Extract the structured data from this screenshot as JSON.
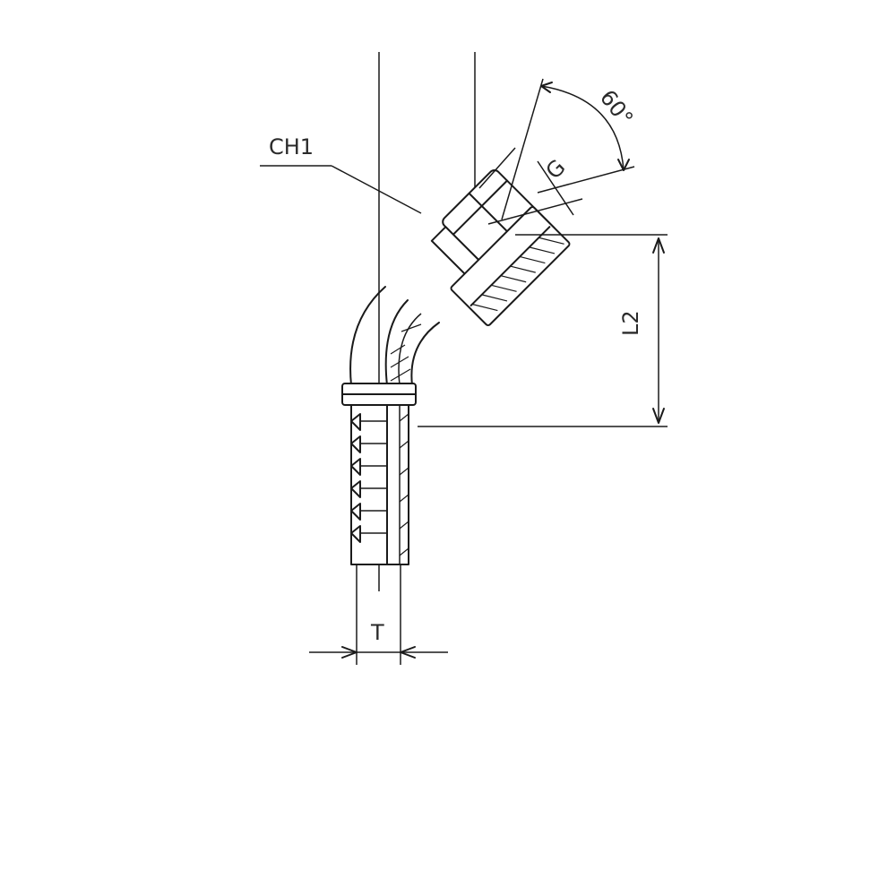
{
  "labels": {
    "hex_size": "CH1",
    "thread": "G",
    "angle": "60°",
    "length": "L2",
    "hose_size": "T"
  },
  "colors": {
    "line": "#1a1a1a",
    "background": "#ffffff"
  }
}
